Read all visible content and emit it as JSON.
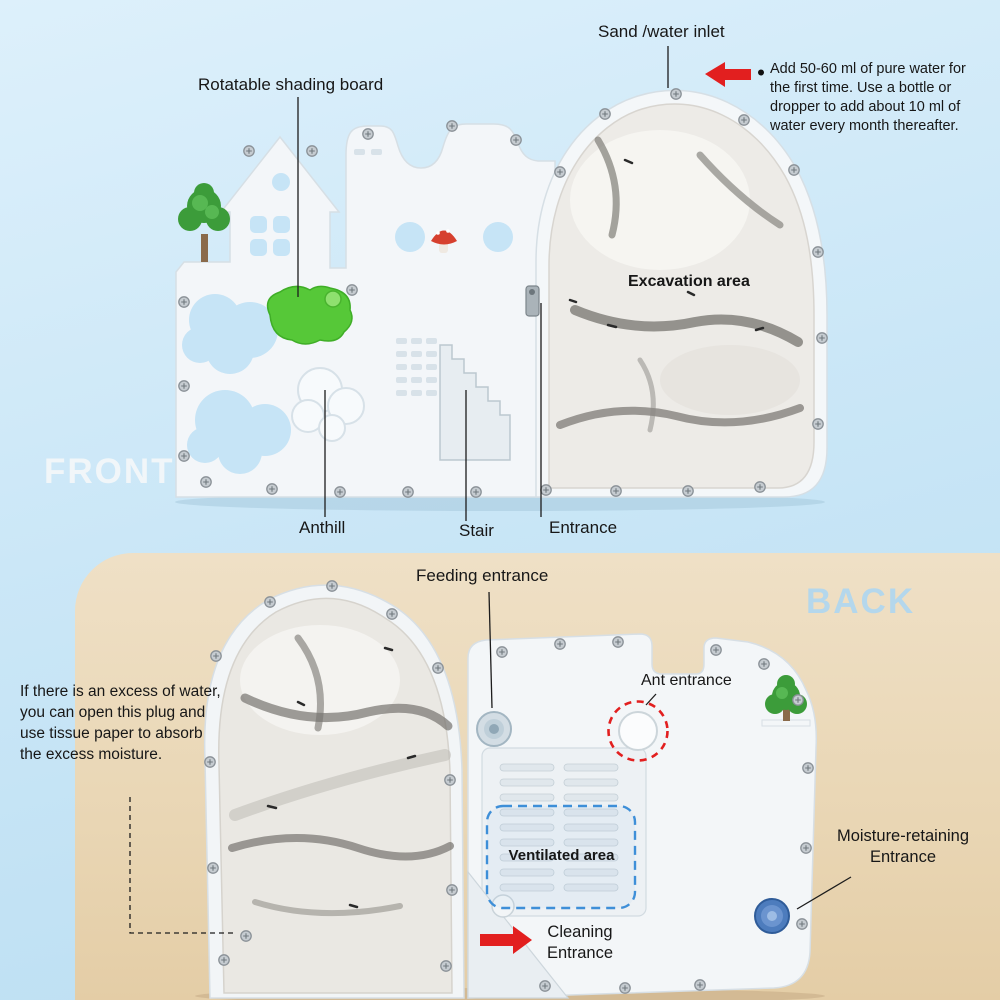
{
  "front": {
    "view_label": "FRONT",
    "inlet_label": "Sand /water inlet",
    "water_note": "Add 50-60 ml of pure water for the first time. Use a bottle or dropper to add about 10 ml of water every month thereafter.",
    "shading_board_label": "Rotatable shading board",
    "excavation_label": "Excavation area",
    "anthill_label": "Anthill",
    "stair_label": "Stair",
    "entrance_label": "Entrance"
  },
  "back": {
    "view_label": "BACK",
    "feeding_label": "Feeding entrance",
    "ant_entrance_label": "Ant entrance",
    "excess_note": "If there is an excess of water, you can open this plug and use tissue paper to absorb the excess moisture.",
    "ventilated_label": "Ventilated area",
    "cleaning_line1": "Cleaning",
    "cleaning_line2": "Entrance",
    "moisture_line1": "Moisture-retaining",
    "moisture_line2": "Entrance"
  },
  "icons": {
    "water_inlet_arrow": "red-left-arrow",
    "cleaning_arrow": "red-right-arrow",
    "ant_entrance_marker": "red-dashed-circle",
    "ventilated_marker": "blue-dashed-rounded-rect"
  },
  "colors": {
    "background_top": "#cde8f8",
    "back_panel": "#ebd9ba",
    "annotation_red": "#e21f1f",
    "dashed_blue": "#3e8fd8",
    "tree_green": "#3c9c3a",
    "shading_board_green": "#56c838",
    "plug_blue": "#4d7cbd",
    "front_label_color": "#f3f7fa",
    "back_label_color": "#b4d7ec"
  }
}
